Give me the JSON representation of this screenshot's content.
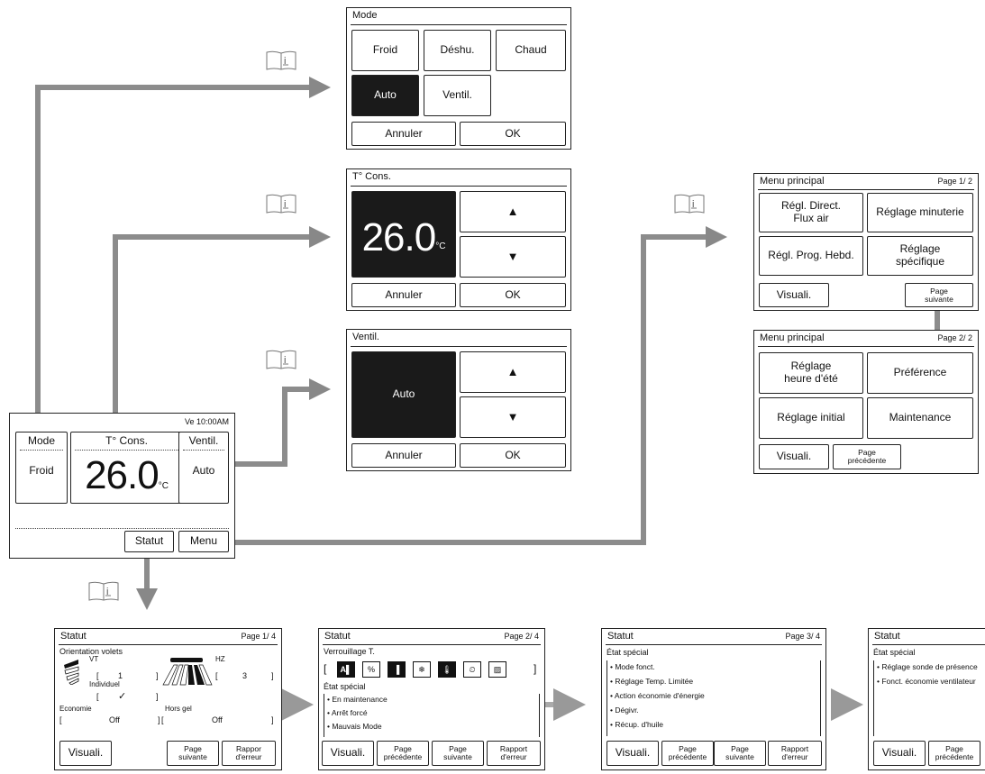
{
  "info_icon_name": "manual-book-icon",
  "main_screen": {
    "datetime": "Ve 10:00AM",
    "mode_label": "Mode",
    "mode_value": "Froid",
    "temp_label": "T° Cons.",
    "temp_value": "26.0",
    "temp_unit": "°C",
    "fan_label": "Ventil.",
    "fan_value": "Auto",
    "status_btn": "Statut",
    "menu_btn": "Menu"
  },
  "mode_panel": {
    "title": "Mode",
    "options": [
      "Froid",
      "Déshu.",
      "Chaud",
      "Auto",
      "Ventil."
    ],
    "selected": "Auto",
    "cancel": "Annuler",
    "ok": "OK"
  },
  "temp_panel": {
    "title": "T° Cons.",
    "value": "26.0",
    "unit": "°C",
    "up": "▲",
    "down": "▼",
    "cancel": "Annuler",
    "ok": "OK"
  },
  "fan_panel": {
    "title": "Ventil.",
    "value": "Auto",
    "up": "▲",
    "down": "▼",
    "cancel": "Annuler",
    "ok": "OK"
  },
  "menu1": {
    "title": "Menu principal",
    "page": "Page  1/ 2",
    "items": [
      "Régl. Direct. Flux air",
      "Réglage minuterie",
      "Régl. Prog. Hebd.",
      "Réglage spécifique"
    ],
    "visuali": "Visuali.",
    "next": "Page suivante"
  },
  "menu2": {
    "title": "Menu principal",
    "page": "Page  2/ 2",
    "items": [
      "Réglage heure d'été",
      "Préférence",
      "Réglage initial",
      "Maintenance"
    ],
    "visuali": "Visuali.",
    "prev": "Page précédente"
  },
  "status1": {
    "title": "Statut",
    "page": "Page  1/  4",
    "louver_label": "Orientation volets",
    "vt": "VT",
    "vt_value": "1",
    "hz": "HZ",
    "hz_value": "3",
    "individual": "Individuel",
    "individual_value": "✓",
    "economy": "Economie",
    "economy_value": "Off",
    "frost": "Hors gel",
    "frost_value": "Off",
    "visuali": "Visuali.",
    "next": "Page suivante",
    "error": "Rappor d'erreur"
  },
  "status2": {
    "title": "Statut",
    "page": "Page  2/  4",
    "lock_label": "Verrouillage T.",
    "lock_icons": [
      "A▌",
      "%",
      "▐",
      "❄",
      "🌡",
      "⏲",
      "▨"
    ],
    "special_label": "État spécial",
    "special_items": [
      "• En maintenance",
      "• Arrêt forcé",
      "• Mauvais Mode"
    ],
    "visuali": "Visuali.",
    "prev": "Page précédente",
    "next": "Page suivante",
    "error": "Rapport d'erreur"
  },
  "status3": {
    "title": "Statut",
    "page": "Page  3/  4",
    "special_label": "État spécial",
    "special_items": [
      "• Mode fonct.",
      "• Réglage Temp. Limitée",
      "• Action économie d'énergie",
      "• Dégivr.",
      "• Récup. d'huile"
    ],
    "visuali": "Visuali.",
    "prev": "Page précédente",
    "next": "Page suivante",
    "error": "Rapport d'erreur"
  },
  "status4": {
    "title": "Statut",
    "special_label": "État spécial",
    "special_items": [
      "• Réglage sonde de présence",
      "• Fonct. économie ventilateur"
    ],
    "visuali": "Visuali.",
    "prev": "Page précédente"
  }
}
